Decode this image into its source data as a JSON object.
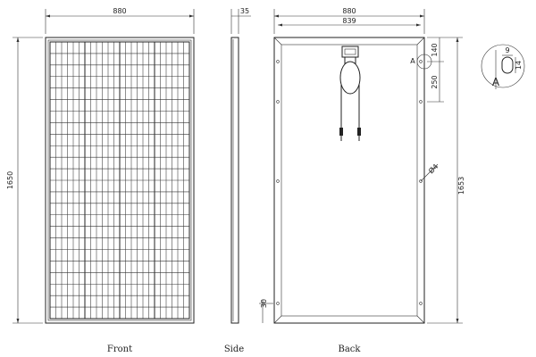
{
  "front": {
    "caption": "Front",
    "width_label": "880",
    "height_label": "1650",
    "cell_rows": 24,
    "cell_columns": 24
  },
  "side": {
    "caption": "Side",
    "thickness_label": "35"
  },
  "back": {
    "caption": "Back",
    "width_label": "880",
    "inner_width_label": "839",
    "height_label": "1653",
    "top_offset_label": "140",
    "hole_spacing_label": "250",
    "bottom_offset_label": "30",
    "hole_diameter_label": "Ø4",
    "marker_label": "A"
  },
  "detail": {
    "label": "A",
    "slot_width_label": "9",
    "slot_length_label": "14"
  },
  "colors": {
    "line": "#222222",
    "background": "#ffffff"
  }
}
